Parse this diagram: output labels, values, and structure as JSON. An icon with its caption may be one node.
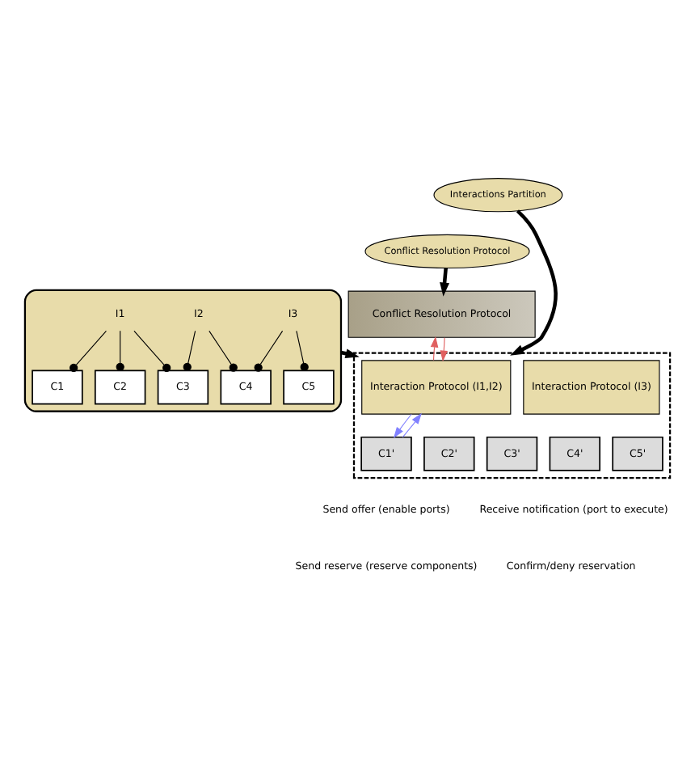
{
  "diagram": {
    "nodes": [
      {
        "text": [],
        "shape": "box"
      },
      {
        "text": [
          "I1"
        ],
        "in": 0
      },
      {
        "text": [
          "I2"
        ],
        "in": 0
      },
      {
        "text": [
          "I3"
        ],
        "in": 0
      },
      {
        "text": [
          "C1"
        ],
        "in": 0
      },
      {
        "text": [
          "C2"
        ],
        "in": 0
      },
      {
        "text": [
          "C3"
        ],
        "in": 0
      },
      {
        "text": [
          "C4"
        ],
        "in": 0
      },
      {
        "text": [
          "C5"
        ],
        "in": 0
      },
      {
        "text": [
          "Interactions Partition"
        ]
      },
      {
        "text": [
          "Conflict Resolution Protocol"
        ]
      },
      {
        "text": [
          "Conflict Resolution Protocol"
        ]
      },
      {
        "text": [],
        "shape": "bracket"
      },
      {
        "text": [
          "Interaction Protocol (I1,I2)"
        ],
        "in": 12
      },
      {
        "text": [
          "Interaction Protocol (I3)"
        ],
        "in": 12
      },
      {
        "text": [
          "C1'"
        ],
        "in": 12
      },
      {
        "text": [
          "C2'"
        ],
        "in": 12
      },
      {
        "text": [
          "C3'"
        ],
        "in": 12
      },
      {
        "text": [
          "C4'"
        ],
        "in": 12
      },
      {
        "text": [
          "C5'"
        ],
        "in": 12
      }
    ],
    "edges": [
      {
        "from": 1,
        "to": 4,
        "arrow": "other"
      },
      {
        "from": 1,
        "to": 5,
        "arrow": "other"
      },
      {
        "from": 1,
        "to": 6,
        "arrow": "other"
      },
      {
        "from": 2,
        "to": 6,
        "arrow": "other"
      },
      {
        "from": 2,
        "to": 7,
        "arrow": "other"
      },
      {
        "from": 3,
        "to": 7,
        "arrow": "other"
      },
      {
        "from": 3,
        "to": 8,
        "arrow": "other"
      },
      {
        "from": 0,
        "to": 12,
        "arrow": "to",
        "style": "thick"
      },
      {
        "from": 9,
        "to": 12,
        "arrow": "to",
        "style": "thick"
      },
      {
        "from": 10,
        "to": 11,
        "arrow": "to",
        "style": "thick"
      },
      {
        "from": 13,
        "to": 11,
        "arrow": "to",
        "color": "#e06060"
      },
      {
        "from": 11,
        "to": 13,
        "arrow": "to",
        "color": "#e06060"
      },
      {
        "from": 15,
        "to": 13,
        "arrow": "to",
        "color": "#8080ff"
      },
      {
        "from": 13,
        "to": 15,
        "arrow": "to",
        "color": "#8080ff"
      }
    ],
    "legend": [
      {
        "text": "Send offer (enable ports)"
      },
      {
        "text": "Receive notification (port to execute)"
      },
      {
        "text": "Send reserve (reserve components)"
      },
      {
        "text": "Confirm/deny reservation"
      }
    ]
  }
}
